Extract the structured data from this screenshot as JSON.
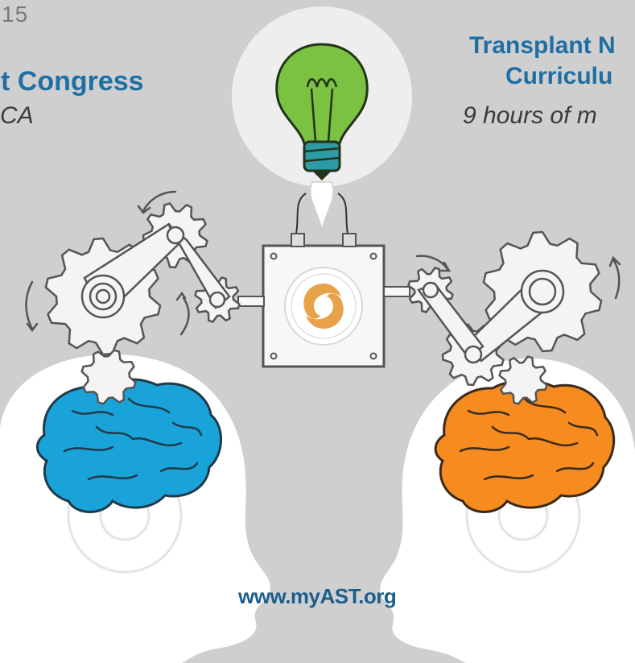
{
  "header": {
    "year_fragment": "15",
    "congress_fragment": "t Congress",
    "location_fragment": "CA"
  },
  "course": {
    "title_line1": "Transplant N",
    "title_line2": "Curriculu",
    "subtitle": "9 hours of m"
  },
  "footer": {
    "url": "www.myAST.org"
  },
  "colors": {
    "background": "#cfcfd0",
    "heading_blue": "#1f6fa3",
    "left_brain": "#1aa3d8",
    "right_brain": "#f68b1f",
    "bulb_green": "#7cc242",
    "bulb_base": "#2e9aa6",
    "logo_orange": "#e8a24a"
  },
  "icons": {
    "bulb": "light-bulb-icon",
    "gear": "gear-icon",
    "logo": "ast-logo-icon",
    "brain": "brain-icon",
    "arrow": "rotation-arrow-icon"
  }
}
